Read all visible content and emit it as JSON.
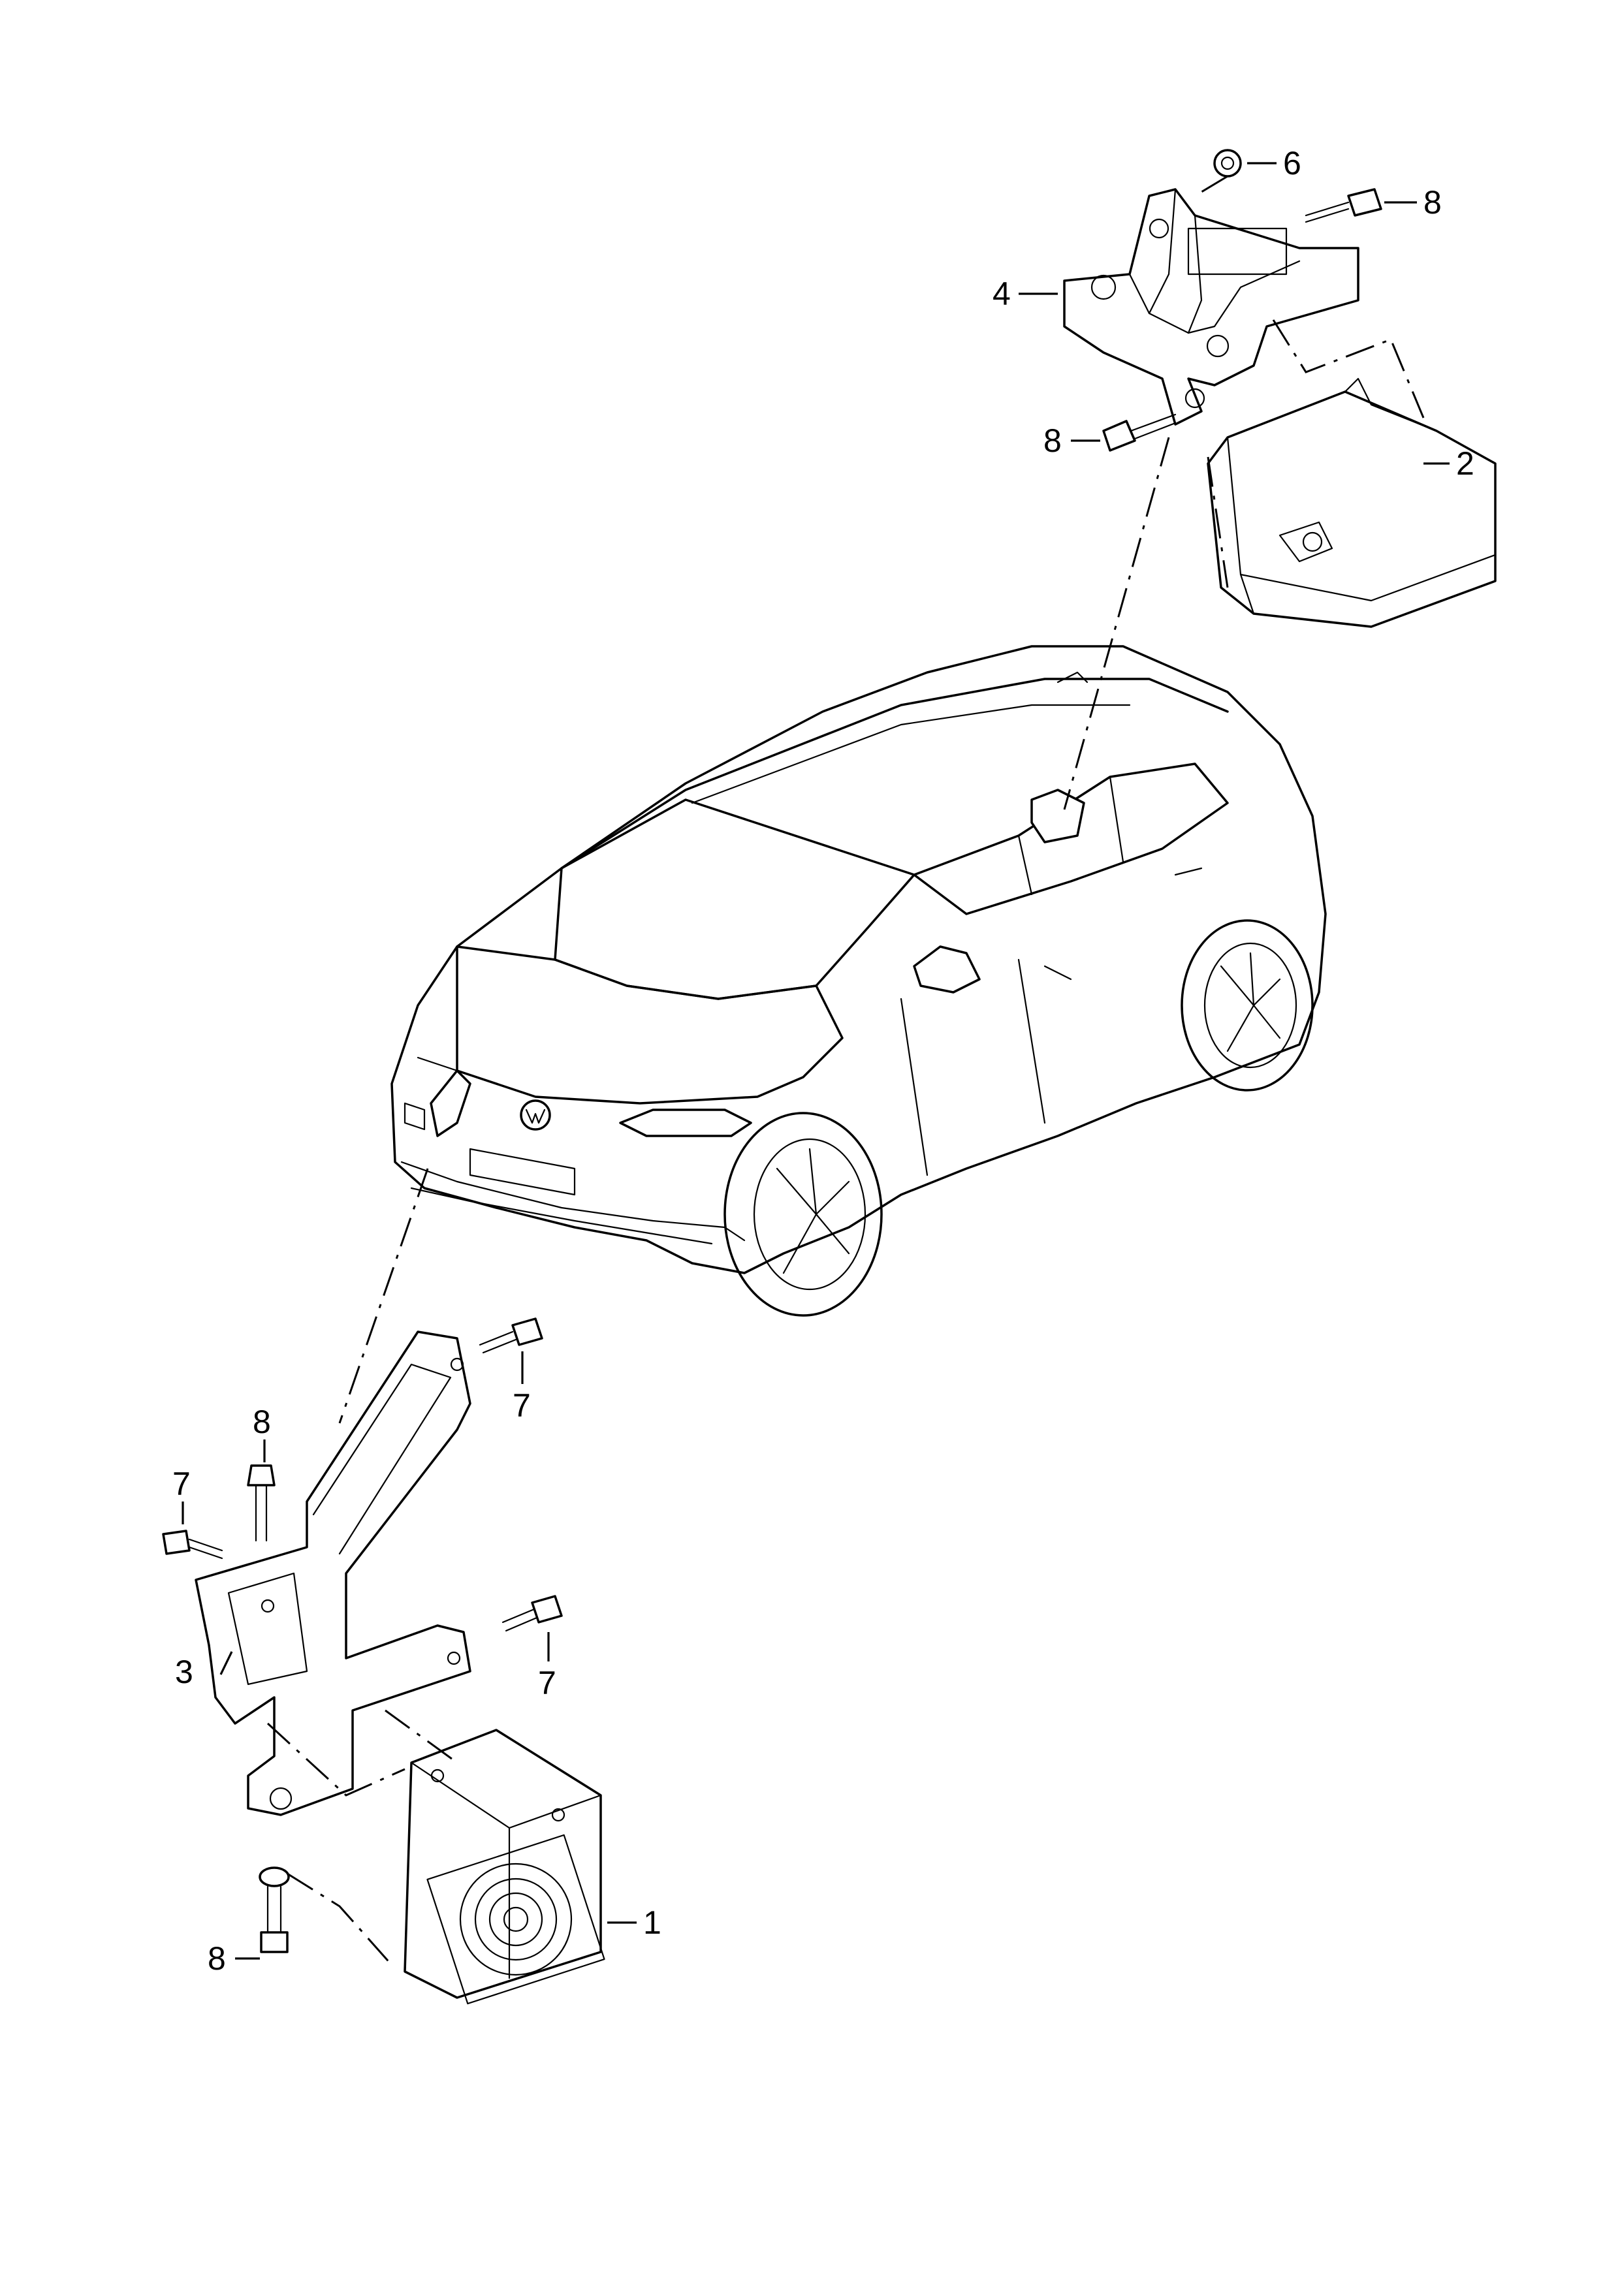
{
  "callouts": {
    "c1": "1",
    "c2": "2",
    "c3": "3",
    "c4": "4",
    "c6": "6",
    "c8_top": "8",
    "c8_mid": "8",
    "c8_left": "8",
    "c8_bottom": "8",
    "c7_top": "7",
    "c7_left": "7",
    "c7_right": "7"
  }
}
